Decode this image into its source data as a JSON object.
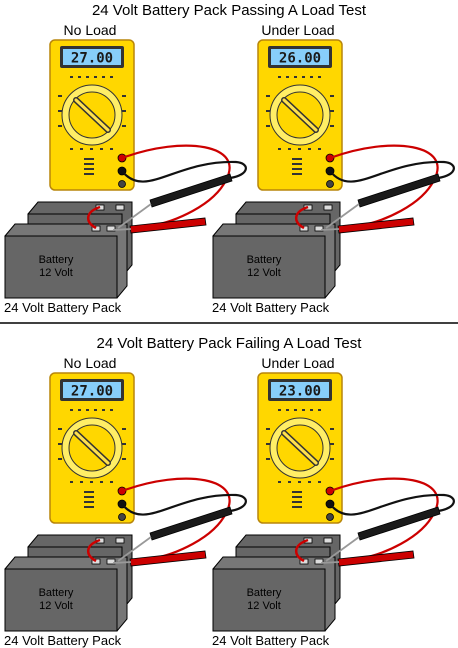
{
  "colors": {
    "meter_body": "#FFD700",
    "meter_border": "#B8860B",
    "lcd_bg": "#87CEFA",
    "lcd_text": "#1a1a1a",
    "battery_fill": "#666666",
    "battery_outline": "#000000",
    "lead_red": "#cc0000",
    "lead_black": "#1a1a1a",
    "wire_red": "#cc0000",
    "wire_black": "#111111",
    "divider": "#000000"
  },
  "sections": [
    {
      "title": "24 Volt Battery Pack Passing A Load Test",
      "panels": [
        {
          "heading": "No Load",
          "reading": "27.00",
          "battery_label_line1": "Battery",
          "battery_label_line2": "12 Volt",
          "pack_label": "24 Volt Battery Pack"
        },
        {
          "heading": "Under Load",
          "reading": "26.00",
          "battery_label_line1": "Battery",
          "battery_label_line2": "12 Volt",
          "pack_label": "24 Volt Battery Pack"
        }
      ]
    },
    {
      "title": "24 Volt Battery Pack Failing A Load Test",
      "panels": [
        {
          "heading": "No Load",
          "reading": "27.00",
          "battery_label_line1": "Battery",
          "battery_label_line2": "12 Volt",
          "pack_label": "24 Volt Battery Pack"
        },
        {
          "heading": "Under Load",
          "reading": "23.00",
          "battery_label_line1": "Battery",
          "battery_label_line2": "12 Volt",
          "pack_label": "24 Volt Battery Pack"
        }
      ]
    }
  ]
}
